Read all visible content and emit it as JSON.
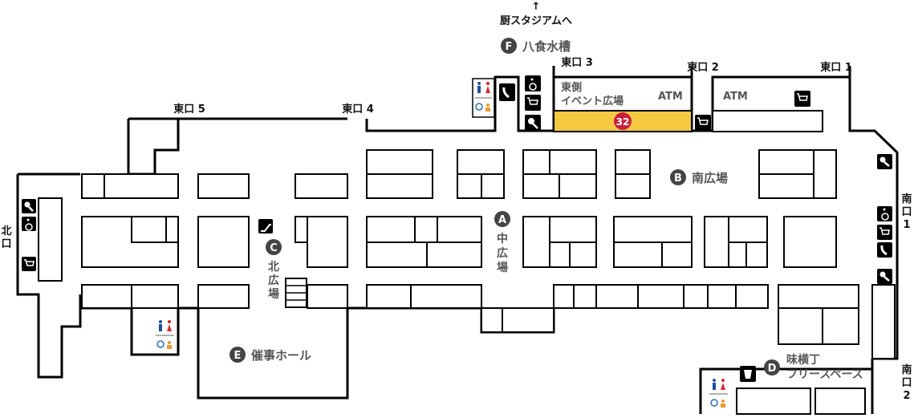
{
  "top_direction": {
    "arrow": "↑",
    "text": "厨スタジアムへ"
  },
  "areas": [
    {
      "id": "A",
      "letter": "A",
      "name": "中広場"
    },
    {
      "id": "B",
      "letter": "B",
      "name": "南広場"
    },
    {
      "id": "C",
      "letter": "C",
      "name": "北広場"
    },
    {
      "id": "D",
      "letter": "D",
      "name_line1": "味横丁",
      "name_line2": "フリースペース"
    },
    {
      "id": "E",
      "letter": "E",
      "name": "催事ホール"
    },
    {
      "id": "F",
      "letter": "F",
      "name": "八食水槽"
    }
  ],
  "entrances": {
    "east1": "東口 1",
    "east2": "東口 2",
    "east3": "東口 3",
    "east4": "東口 4",
    "east5": "東口 5",
    "north": [
      "北",
      "口"
    ],
    "south1": [
      "南",
      "口",
      "1"
    ],
    "south2": [
      "南",
      "口",
      "2"
    ]
  },
  "event_space": {
    "line1": "東側",
    "line2": "イベント広場"
  },
  "atm": [
    "ATM",
    "ATM"
  ],
  "highlight_shop": {
    "number": "32",
    "color": "#f5c842",
    "badge_color": "#c8203c"
  },
  "colors": {
    "wall": "#000000",
    "badge": "#444444",
    "male": "#1f4e9c",
    "female": "#d7282f",
    "accessible": "#2a6fb5",
    "baby": "#e89a2c"
  }
}
